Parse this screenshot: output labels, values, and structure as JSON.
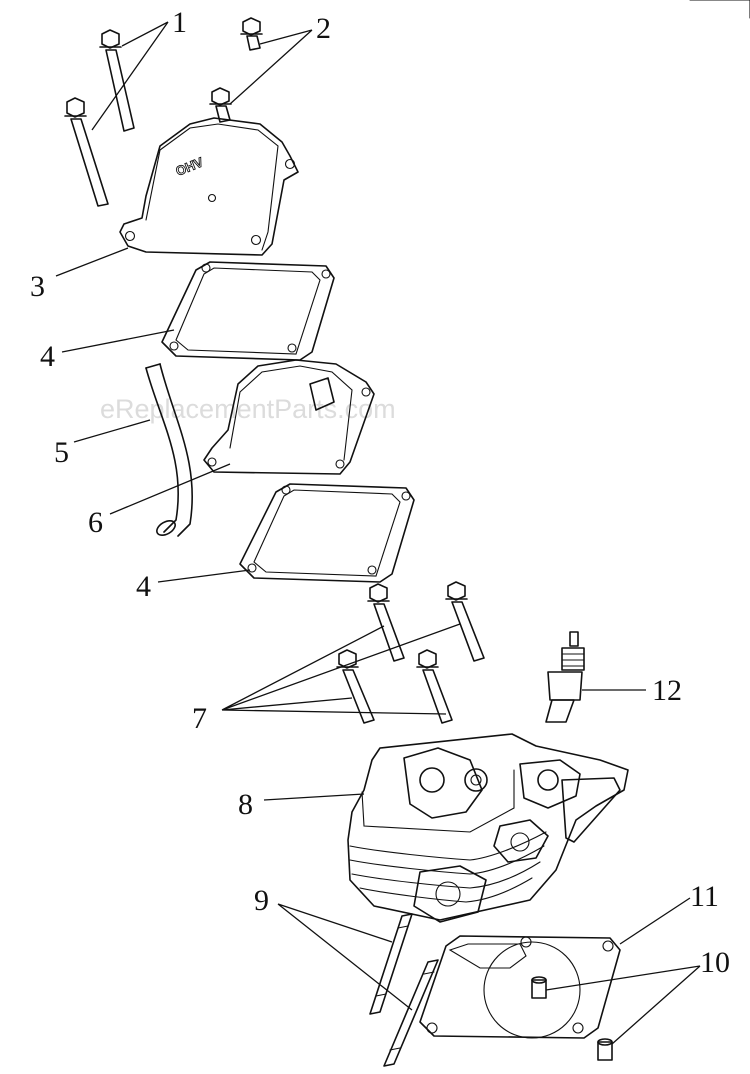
{
  "watermark": "eReplacementParts.com",
  "cover_marking": "OHV",
  "callouts": {
    "c1": "1",
    "c2": "2",
    "c3": "3",
    "c4a": "4",
    "c5": "5",
    "c6": "6",
    "c4b": "4",
    "c7": "7",
    "c8": "8",
    "c9": "9",
    "c10": "10",
    "c11": "11",
    "c12": "12"
  }
}
